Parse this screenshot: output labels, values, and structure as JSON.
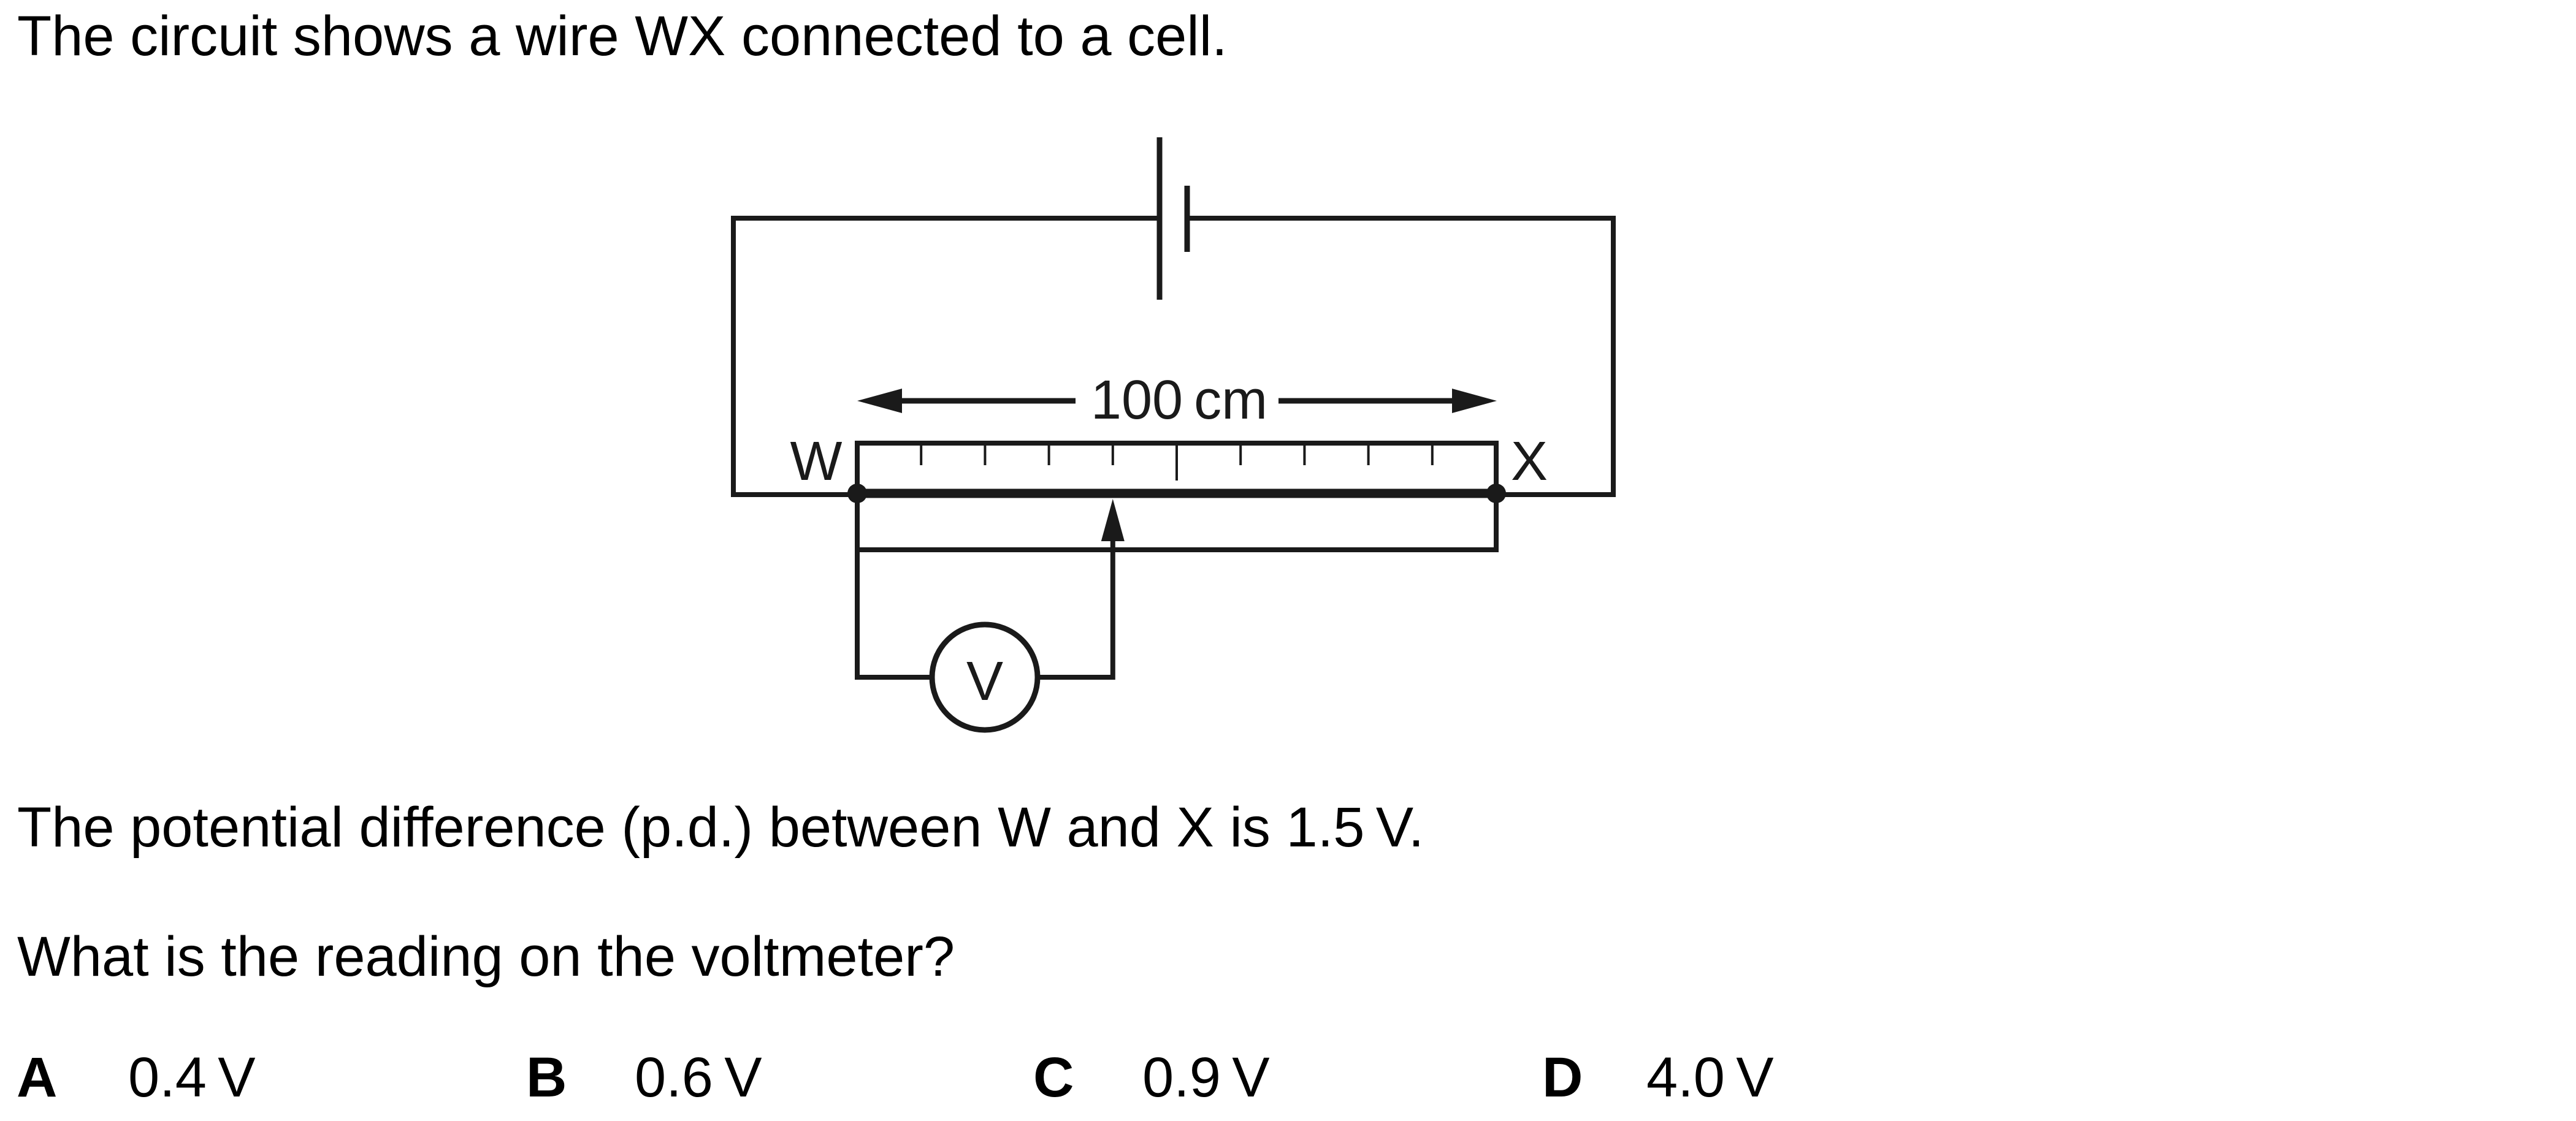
{
  "question": {
    "intro": "The circuit shows a wire WX connected to a cell.",
    "pd_statement": "The potential difference (p.d.) between W and X is 1.5 V.",
    "prompt": "What is the reading on the voltmeter?"
  },
  "diagram": {
    "length_label": "100 cm",
    "end_left_label": "W",
    "end_right_label": "X",
    "meter_label": "V",
    "wire_length_cm": 100,
    "ruler_division_cm": 10,
    "slider_position_cm": 40,
    "components": [
      "cell",
      "resistance-wire",
      "metre-rule",
      "sliding-contact",
      "voltmeter"
    ]
  },
  "options": [
    {
      "letter": "A",
      "value": "0.4 V"
    },
    {
      "letter": "B",
      "value": "0.6 V"
    },
    {
      "letter": "C",
      "value": "0.9 V"
    },
    {
      "letter": "D",
      "value": "4.0 V"
    }
  ]
}
